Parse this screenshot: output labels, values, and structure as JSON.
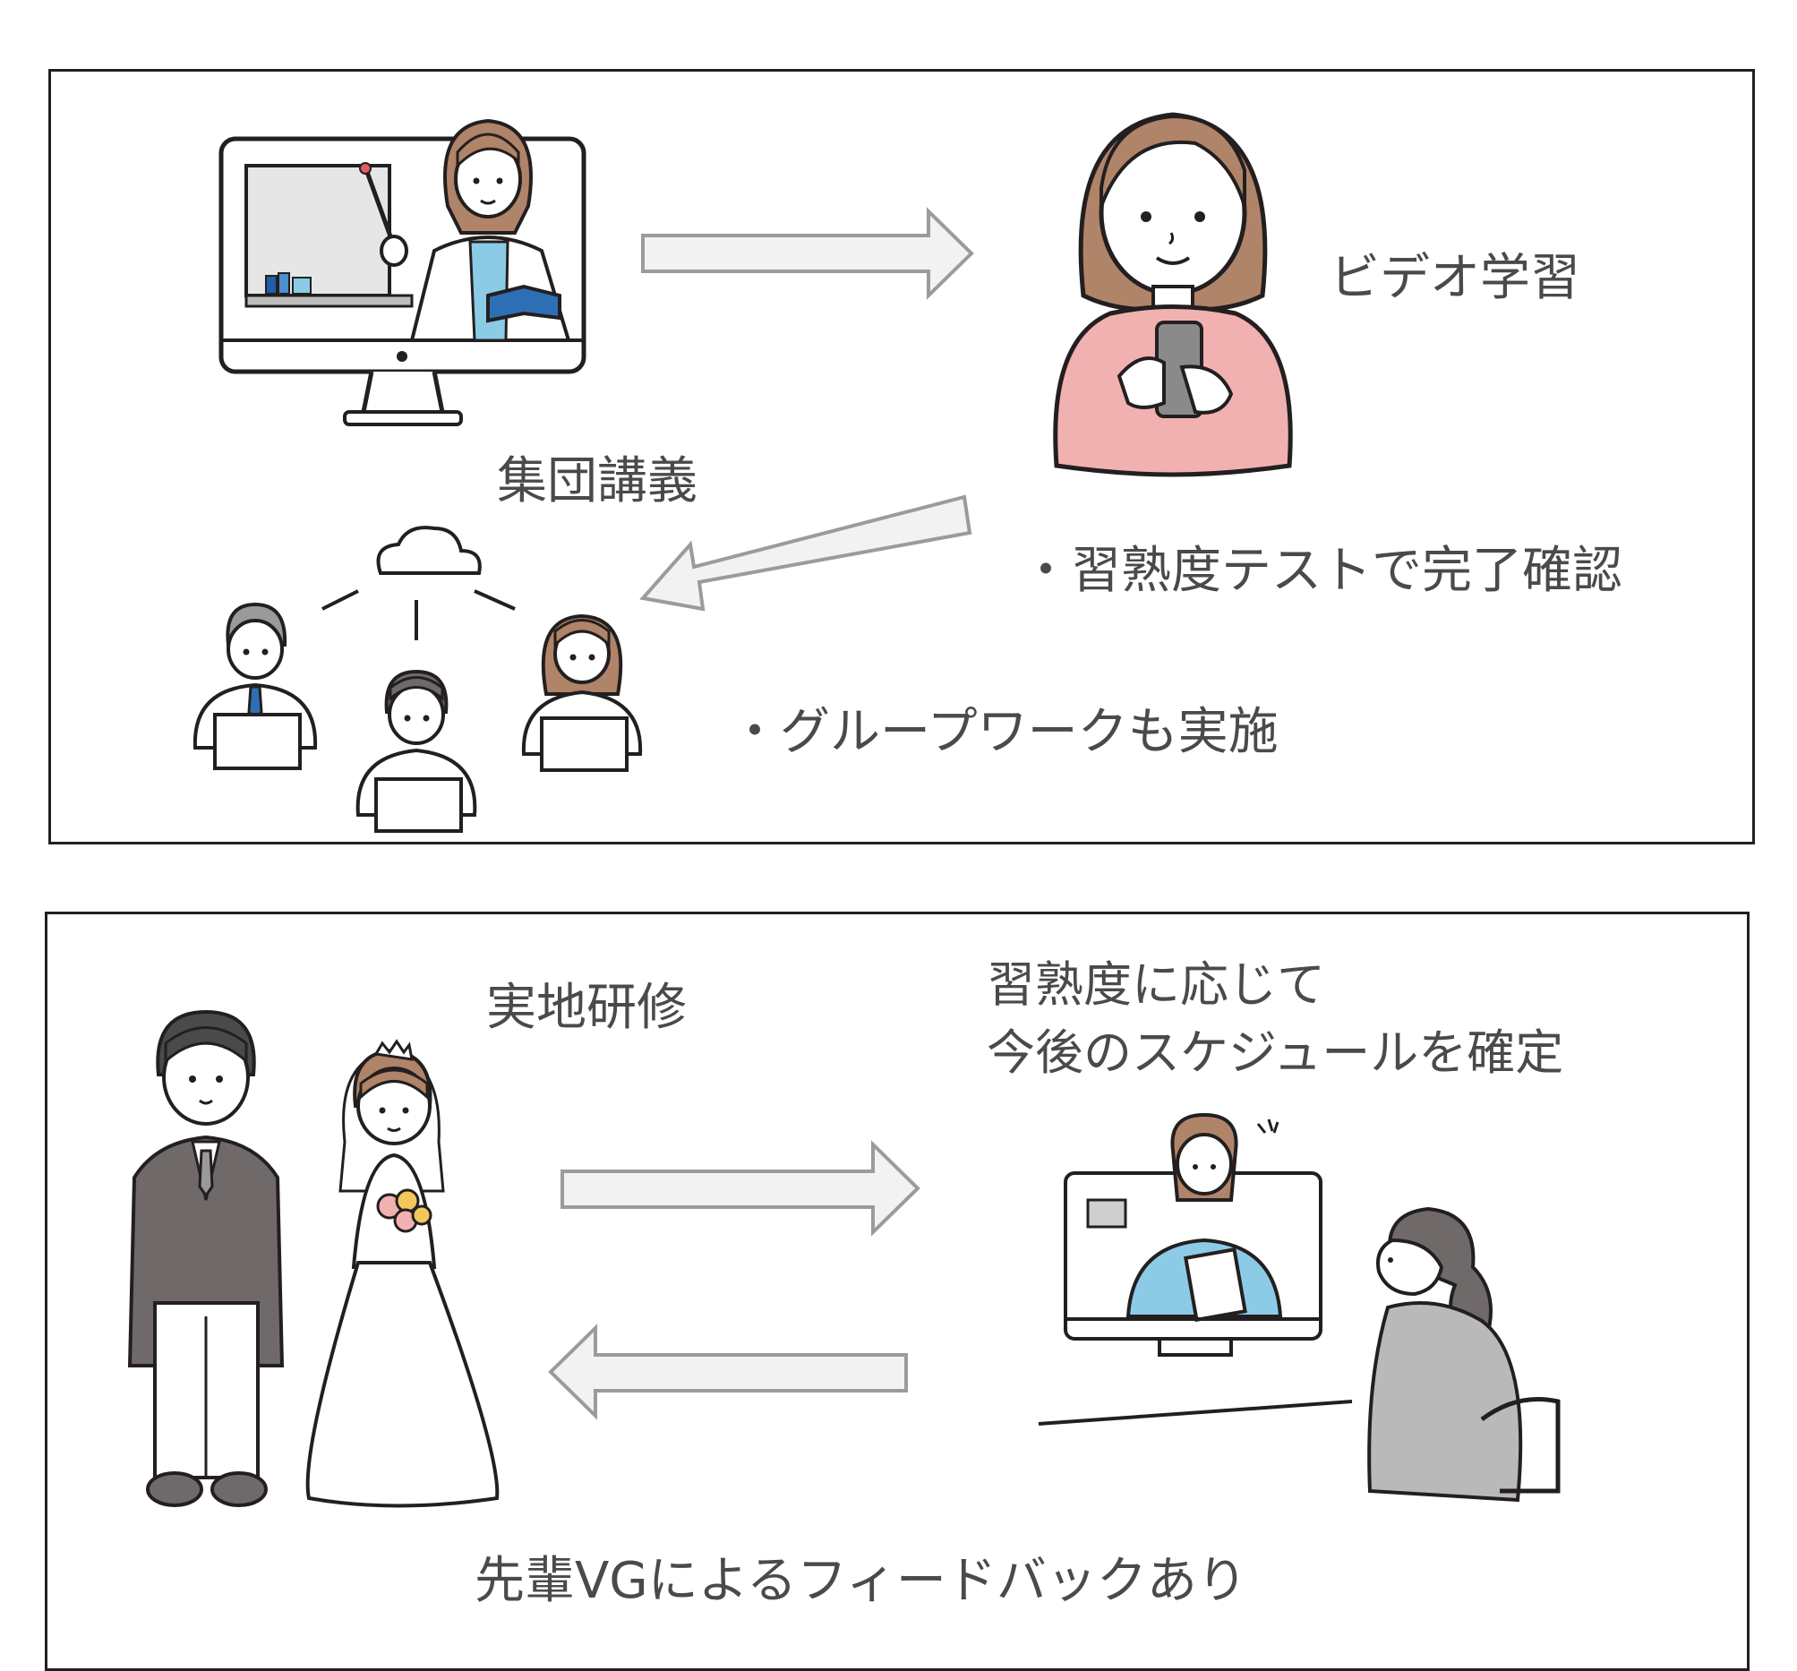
{
  "top_panel": {
    "video_learning_label": "ビデオ学習",
    "group_lecture_label": "集団講義",
    "proficiency_test_label": "・習熟度テストで完了確認",
    "group_work_label": "・グループワークも実施"
  },
  "bottom_panel": {
    "onsite_training_label": "実地研修",
    "schedule_label": "習熟度に応じて\n今後のスケジュールを確定",
    "feedback_label": "先輩VGによるフィードバックあり"
  },
  "colors": {
    "outline": "#231f20",
    "arrow_fill": "#f2f2f2",
    "arrow_stroke": "#9b9b9b",
    "text": "#4a4a4a",
    "hair_brown": "#b08468",
    "pink_sweater": "#f2b1b1",
    "blue_shirt": "#8ccbe6",
    "suit_dark": "#6f6a69",
    "gray_jacket": "#b9b9b9"
  }
}
